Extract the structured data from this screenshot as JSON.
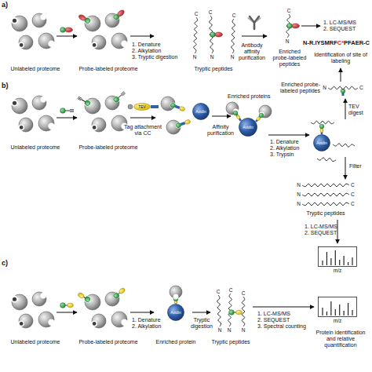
{
  "diagram": {
    "nodes": [
      {
        "text": [
          "TEV"
        ]
      },
      {
        "text": [
          "Avidin"
        ]
      },
      {
        "text": [
          "Avidin"
        ]
      },
      {
        "text": [
          "Avidin"
        ]
      },
      {
        "text": [
          "m/z"
        ]
      },
      {
        "text": [
          "Avidin"
        ]
      },
      {
        "text": [
          "m/z"
        ]
      }
    ],
    "labels": [
      "a)",
      "Unlabeled proteome",
      "Probe-labeled proteome",
      "1. Denature",
      "2. Alkylation",
      "3. Tryptic digestion",
      "Tryptic peptides",
      "Antibody affinity purification",
      "Enriched probe-labeled peptides",
      "1. LC-MS/MS",
      "2. SEQUEST",
      "N-R.IYSMRF",
      "C*",
      "PFAER-C",
      "Identification of site of labeling",
      "b)",
      "Unlabeled proteome",
      "Probe-labeled proteome",
      "Tag attachment via CC",
      "Affinity purification",
      "Enriched proteins",
      "1. Denature",
      "2. Alkylation",
      "3. Trypsin",
      "TEV digest",
      "Enriched probe-labeled peptides",
      "Filter",
      "Tryptic peptides",
      "1. LC-MS/MS",
      "2. SEQUEST",
      "c)",
      "Unlabeled proteome",
      "Probe-labeled proteome",
      "1. Denature",
      "2. Alkylation",
      "Enriched protein",
      "Tryptic digestion",
      "Tryptic peptides",
      "1. LC-MS/MS",
      "2. SEQUEST",
      "3. Spectral counting",
      "Protein identification and relative quantification",
      "N",
      "C",
      "N",
      "C",
      "N",
      "C",
      "N",
      "C",
      "N",
      "C",
      "N",
      "C",
      "N",
      "C",
      "N",
      "C",
      "N",
      "C",
      "N",
      "C",
      "N",
      "C"
    ]
  }
}
